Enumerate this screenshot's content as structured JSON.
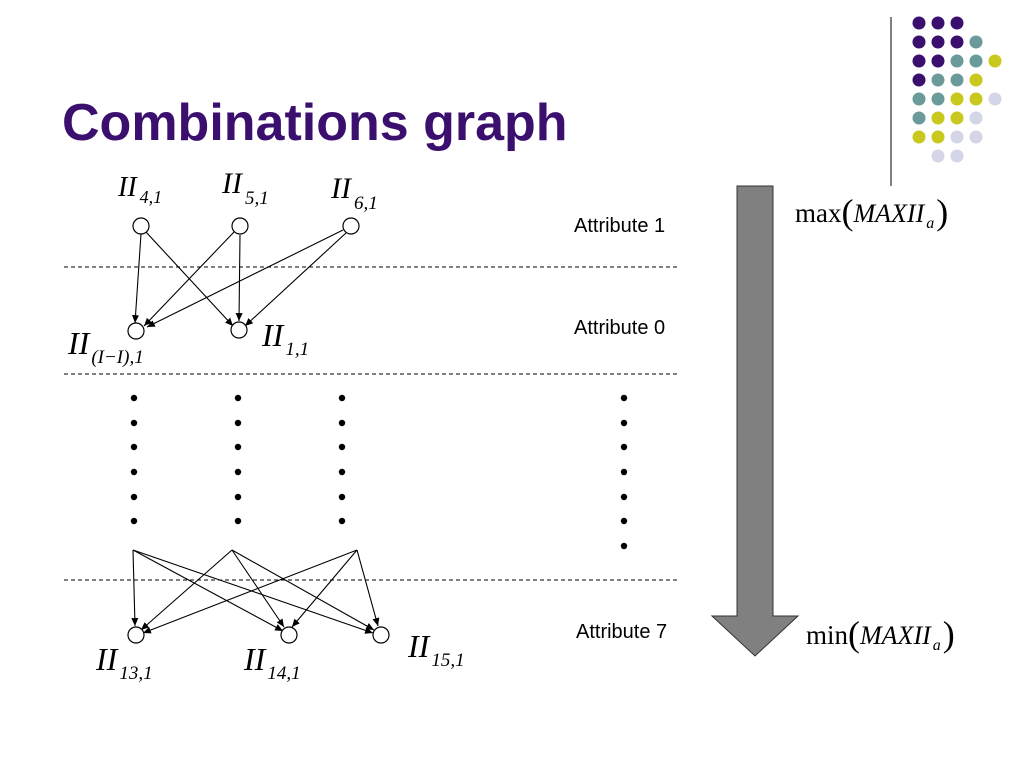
{
  "title": "Combinations graph",
  "attributes": [
    "Attribute 1",
    "Attribute 0",
    "Attribute 7"
  ],
  "nodes": {
    "n4": {
      "base": "II",
      "sub": "4,1"
    },
    "n5": {
      "base": "II",
      "sub": "5,1"
    },
    "n6": {
      "base": "II",
      "sub": "6,1"
    },
    "nI": {
      "base": "II",
      "sub": "(I−I),1"
    },
    "n1": {
      "base": "II",
      "sub": "1,1"
    },
    "n13": {
      "base": "II",
      "sub": "13,1"
    },
    "n14": {
      "base": "II",
      "sub": "14,1"
    },
    "n15": {
      "base": "II",
      "sub": "15,1"
    }
  },
  "arrow_labels": {
    "top": {
      "func": "max",
      "open": "(",
      "var": "MAXII",
      "sub": "a",
      "close": ")"
    },
    "bottom": {
      "func": "min",
      "open": "(",
      "var": "MAXII",
      "sub": "a",
      "close": ")"
    }
  },
  "colors": {
    "title": "#3b0f6e",
    "arrow": "#808080",
    "dot_purple": "#3b0f6e",
    "dot_teal": "#6b9a9a",
    "dot_yellow": "#c8c81e",
    "dot_lavender": "#d5d5e8"
  },
  "decor_grid": [
    [
      "purple",
      "purple",
      "purple"
    ],
    [
      "purple",
      "purple",
      "purple",
      "teal"
    ],
    [
      "purple",
      "purple",
      "teal",
      "teal",
      "yellow"
    ],
    [
      "purple",
      "teal",
      "teal",
      "yellow"
    ],
    [
      "teal",
      "teal",
      "yellow",
      "yellow",
      "lavender"
    ],
    [
      "teal",
      "yellow",
      "yellow",
      "lavender"
    ],
    [
      "yellow",
      "yellow",
      "lavender",
      "lavender"
    ],
    [
      "lavender",
      "lavender"
    ]
  ]
}
